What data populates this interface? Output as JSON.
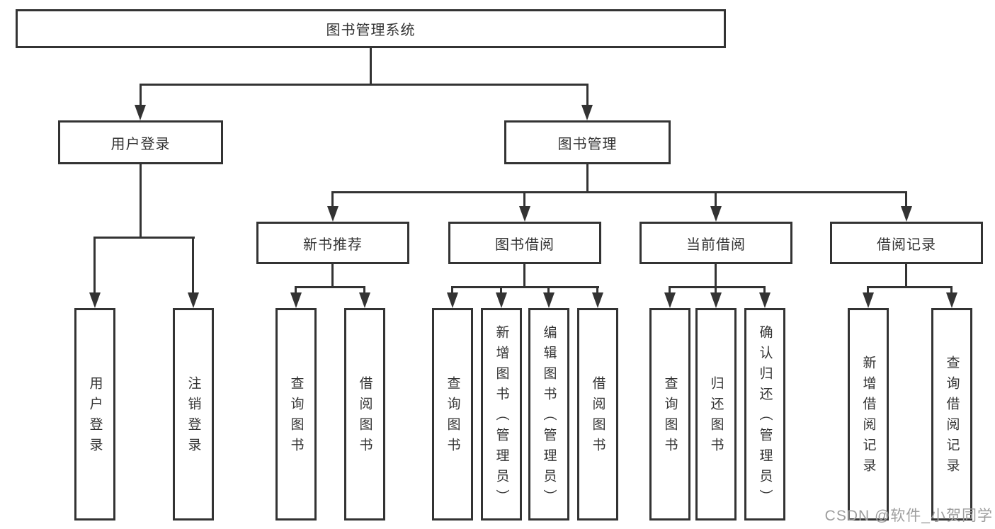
{
  "diagram_type": "hierarchy-tree",
  "colors": {
    "line": "#333333",
    "box_border": "#333333",
    "text": "#333333",
    "watermark": "#9e9e9e",
    "background": "#ffffff"
  },
  "tree": {
    "root": {
      "label": "图书管理系统",
      "children": [
        {
          "label": "用户登录",
          "children": [
            {
              "label": "用户登录"
            },
            {
              "label": "注销登录"
            }
          ]
        },
        {
          "label": "图书管理",
          "children": [
            {
              "label": "新书推荐",
              "children": [
                {
                  "label": "查询图书"
                },
                {
                  "label": "借阅图书"
                }
              ]
            },
            {
              "label": "图书借阅",
              "children": [
                {
                  "label": "查询图书"
                },
                {
                  "label": "新增图书（管理员）"
                },
                {
                  "label": "编辑图书（管理员）"
                },
                {
                  "label": "借阅图书"
                }
              ]
            },
            {
              "label": "当前借阅",
              "children": [
                {
                  "label": "查询图书"
                },
                {
                  "label": "归还图书"
                },
                {
                  "label": "确认归还（管理员）"
                }
              ]
            },
            {
              "label": "借阅记录",
              "children": [
                {
                  "label": "新增借阅记录"
                },
                {
                  "label": "查询借阅记录"
                }
              ]
            }
          ]
        }
      ]
    }
  },
  "watermark": {
    "text": "CSDN @软件_小贺同学"
  }
}
